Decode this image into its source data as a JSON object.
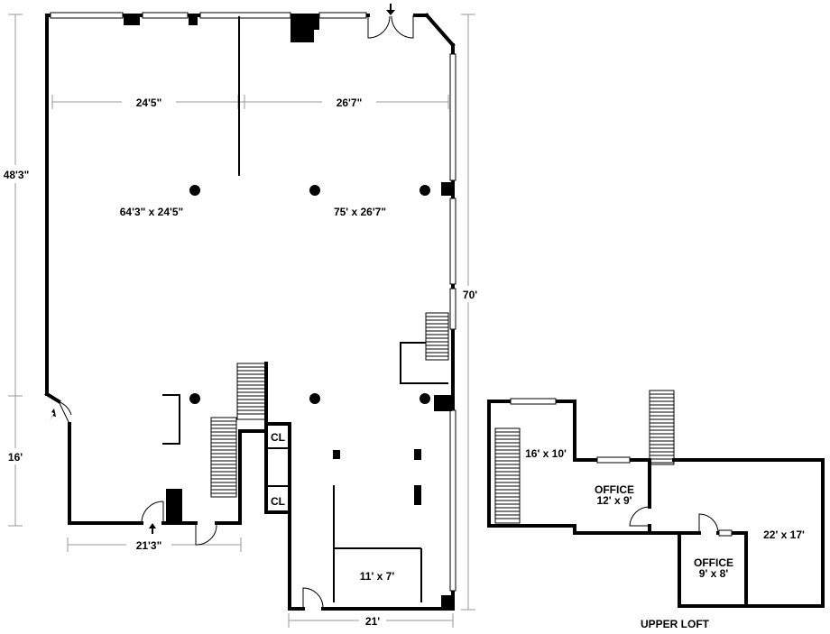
{
  "main_floor": {
    "rooms": [
      {
        "id": "left-space",
        "label": "64'3\" x 24'5\""
      },
      {
        "id": "right-space",
        "label": "75' x 26'7\""
      },
      {
        "id": "closet-1",
        "label": "CL"
      },
      {
        "id": "closet-2",
        "label": "CL"
      },
      {
        "id": "small-room",
        "label": "11' x 7'"
      }
    ],
    "dimensions": {
      "top_left_width": "24'5\"",
      "top_right_width": "26'7\"",
      "left_upper_height": "48'3\"",
      "left_lower_height": "16'",
      "right_height": "70'",
      "bottom_left_width": "21'3\"",
      "bottom_right_width": "21'"
    }
  },
  "upper_loft": {
    "title": "UPPER LOFT",
    "rooms": [
      {
        "id": "loft-room",
        "label": "16' x 10'"
      },
      {
        "id": "office-1",
        "label": "OFFICE",
        "size": "12' x 9'"
      },
      {
        "id": "office-2",
        "label": "OFFICE",
        "size": "9' x 8'"
      },
      {
        "id": "loft-large",
        "label": "22' x 17'"
      }
    ]
  }
}
